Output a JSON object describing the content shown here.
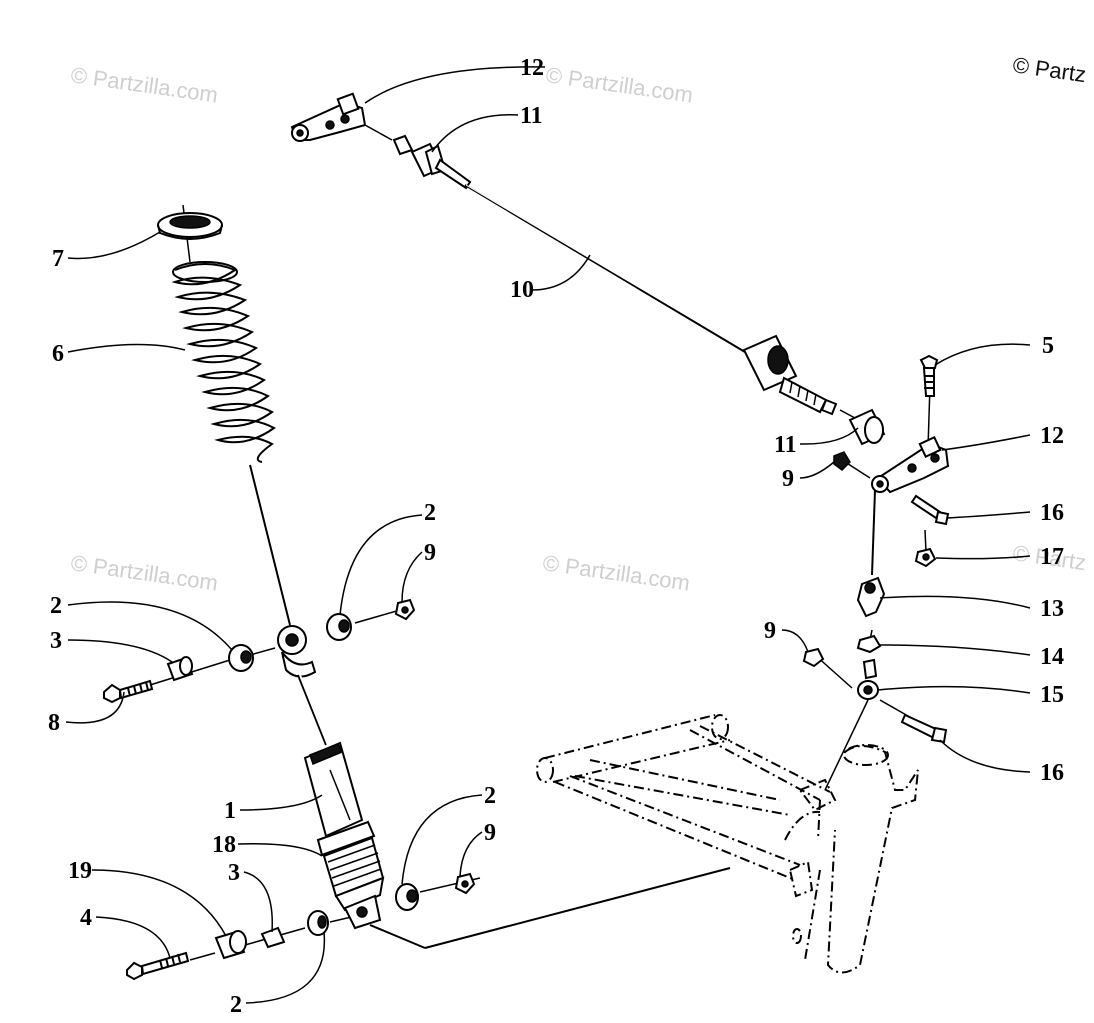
{
  "watermark": {
    "text": "© Partzilla.com",
    "corner_text": "© Partz",
    "edge_text": "© Partz"
  },
  "callouts": {
    "c1": "1",
    "c2a": "2",
    "c2b": "2",
    "c2c": "2",
    "c2d": "2",
    "c3a": "3",
    "c3b": "3",
    "c4": "4",
    "c5": "5",
    "c6": "6",
    "c7": "7",
    "c8": "8",
    "c9a": "9",
    "c9b": "9",
    "c9c": "9",
    "c9d": "9",
    "c10": "10",
    "c11a": "11",
    "c11b": "11",
    "c12a": "12",
    "c12b": "12",
    "c13": "13",
    "c14": "14",
    "c15": "15",
    "c16a": "16",
    "c16b": "16",
    "c17": "17",
    "c18": "18",
    "c19": "19"
  }
}
